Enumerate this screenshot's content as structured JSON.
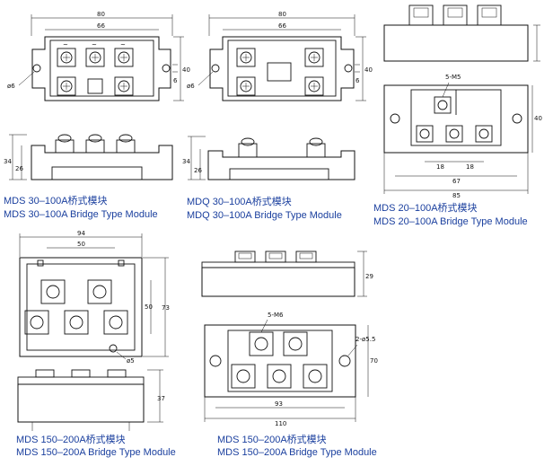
{
  "captions": {
    "mds30_cn": "MDS 30–100A桥式模块",
    "mds30_en": "MDS 30–100A Bridge Type Module",
    "mdq30_cn": "MDQ 30–100A桥式模块",
    "mdq30_en": "MDQ 30–100A Bridge Type Module",
    "mds20_cn": "MDS 20–100A桥式模块",
    "mds20_en": "MDS 20–100A Bridge Type Module",
    "mds150a_cn": "MDS 150–200A桥式模块",
    "mds150a_en": "MDS 150–200A Bridge Type Module",
    "mds150b_cn": "MDS 150–200A桥式模块",
    "mds150b_en": "MDS 150–200A Bridge Type Module"
  },
  "dims": {
    "mds30": {
      "w80": "80",
      "w66": "66",
      "hole": "ø6",
      "d6": "6",
      "d40": "40",
      "h34": "34",
      "h26": "26"
    },
    "mdq30": {
      "w80": "80",
      "w66": "66",
      "hole": "ø6",
      "d6": "6",
      "d40": "40",
      "h34": "34",
      "h26": "26"
    },
    "mds20": {
      "screw": "5-M5",
      "d40": "40",
      "d18a": "18",
      "d18b": "18",
      "d67": "67",
      "d85": "85"
    },
    "mds150a": {
      "w94": "94",
      "w50": "50",
      "h73": "73",
      "h50": "50",
      "hole": "ø5",
      "h37": "37"
    },
    "mds150b": {
      "h29": "29",
      "screw": "5-M6",
      "holes": "2-ø5.5",
      "d70": "70",
      "d93": "93",
      "d110": "110"
    }
  },
  "terminal_symbols": {
    "ac": "~",
    "plus": "+",
    "minus": "−"
  }
}
